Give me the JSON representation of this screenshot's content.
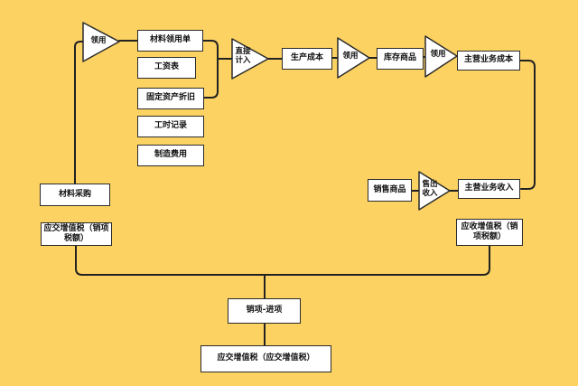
{
  "diagram": {
    "title": "vat-cost-flow-diagram",
    "background_color": "#fcd262",
    "line_color": "#222222",
    "node_fill_color": "#ffffff",
    "nodes": {
      "material_requisition": "材料领用单",
      "payroll": "工资表",
      "fixed_asset_depreciation": "固定资产折旧",
      "timesheet": "工时记录",
      "manufacturing_overhead": "制造费用",
      "production_cost": "生产成本",
      "inventory_goods": "库存商品",
      "main_business_cost": "主营业务成本",
      "sell_goods": "销售商品",
      "main_business_income": "主营业务收入",
      "material_procurement": "材料采购",
      "vat_payable_output_tax": "应交增值税（销项税额）",
      "vat_receivable_output_tax": "应收增值税（销项税额）",
      "output_minus_input": "销项-进项",
      "vat_payable_final": "应交增值税（应交增值税）"
    },
    "arrows": {
      "use_1": "领用",
      "direct_entry": "直接计入",
      "use_2": "领用",
      "use_3": "领用",
      "sold_income": "售出收入"
    }
  }
}
